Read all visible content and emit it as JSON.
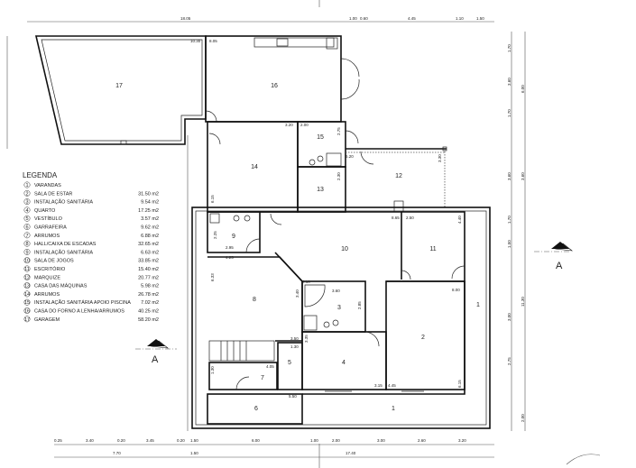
{
  "legend": {
    "title": "LEGENDA",
    "items": [
      {
        "n": "1",
        "name": "VARANDAS",
        "area": ""
      },
      {
        "n": "2",
        "name": "SALA DE ESTAR",
        "area": "31.50 m2"
      },
      {
        "n": "3",
        "name": "INSTALAÇÃO SANITÁRIA",
        "area": "9.54 m2"
      },
      {
        "n": "4",
        "name": "QUARTO",
        "area": "17.25 m2"
      },
      {
        "n": "5",
        "name": "VESTÍBULO",
        "area": "3.57 m2"
      },
      {
        "n": "6",
        "name": "GARRAFEIRA",
        "area": "9.62 m2"
      },
      {
        "n": "7",
        "name": "ARRUMOS",
        "area": "6.88 m2"
      },
      {
        "n": "8",
        "name": "HALL/CAIXA DE ESCADAS",
        "area": "32.65 m2"
      },
      {
        "n": "9",
        "name": "INSTALAÇÃO SANITÁRIA",
        "area": "6.63 m2"
      },
      {
        "n": "10",
        "name": "SALA DE JOGOS",
        "area": "33.85 m2"
      },
      {
        "n": "11",
        "name": "ESCRITÓRIO",
        "area": "15.40 m2"
      },
      {
        "n": "12",
        "name": "MARQUIZE",
        "area": "20.77 m2"
      },
      {
        "n": "13",
        "name": "CASA DAS MÁQUINAS",
        "area": "5.98 m2"
      },
      {
        "n": "14",
        "name": "ARRUMOS",
        "area": "26.78 m2"
      },
      {
        "n": "15",
        "name": "INSTALAÇÃO SANITÁRIA APOIO PISCINA",
        "area": "7.02 m2"
      },
      {
        "n": "16",
        "name": "CASA DO FORNO A LENHA/ARRUMOS",
        "area": "40.25 m2"
      },
      {
        "n": "17",
        "name": "GARAGEM",
        "area": "58.20 m2"
      }
    ]
  },
  "section_marks": {
    "left": "A",
    "right": "A"
  },
  "dimensions": {
    "top": [
      "18.05",
      "1.00",
      "0.60",
      "4.45",
      "1.10",
      "1.50"
    ],
    "bottom_row1": [
      "0.25",
      "3.40",
      "0.20",
      "3.45",
      "0.20",
      "1.50",
      "6.00",
      "1.00",
      "2.00",
      "3.00",
      "2.60",
      "3.20"
    ],
    "bottom_row2": [
      "7.70",
      "1.50",
      "17.40"
    ],
    "right_row1": [
      "1.70",
      "3.60",
      "1.70",
      "3.60",
      "1.70",
      "1.50",
      "3.00",
      "2.75"
    ],
    "right_row2": [
      "6.00",
      "3.60",
      "11.30",
      "2.00"
    ],
    "interior": [
      "10.30",
      "8.05",
      "3.20",
      "2.00",
      "2.75",
      "6.20",
      "3.30",
      "2.30",
      "6.15",
      "8.65",
      "2.50",
      "4.40",
      "2.95",
      "4.25",
      "6.10",
      "3.60",
      "8.00",
      "3.40",
      "2.85",
      "3.50",
      "3.35",
      "1.30",
      "4.05",
      "5.50",
      "3.15",
      "4.45",
      "6.15",
      "2.25",
      "6.33",
      "1.30"
    ]
  },
  "colors": {
    "ink": "#111111",
    "paper": "#ffffff"
  }
}
